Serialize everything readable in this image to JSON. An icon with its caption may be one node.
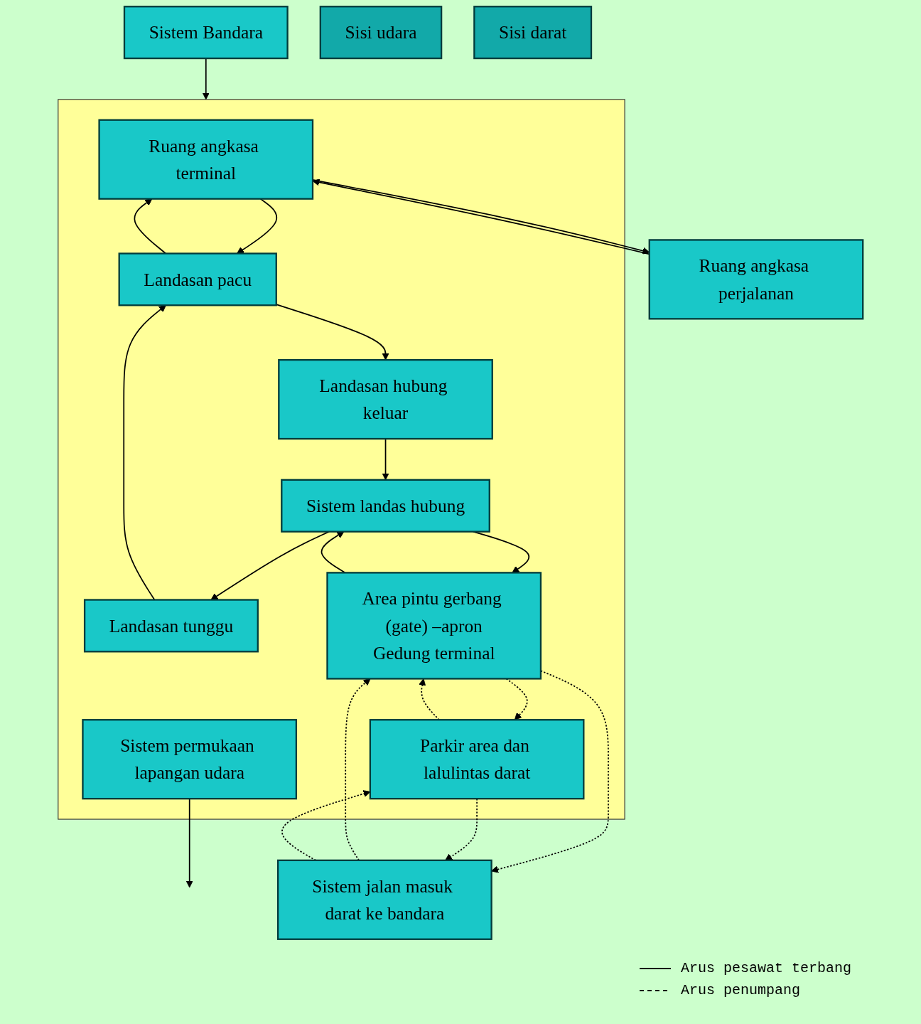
{
  "diagram": {
    "nodes": [
      {
        "text": [
          "Sistem Bandara"
        ]
      },
      {
        "text": [],
        "shape": "box"
      },
      {
        "text": [
          "Ruang angkasa perjalanan"
        ]
      },
      {
        "text": [
          "Ruang angkasa terminal"
        ],
        "in": 1
      },
      {
        "text": [
          "Sistem permukaan lapangan udara"
        ],
        "in": 1
      },
      {
        "text": [
          "Landasan pacu"
        ],
        "in": 1
      },
      {
        "text": [
          "Landasan tunggu"
        ],
        "in": 1
      },
      {
        "text": [
          "Landasan hubung keluar"
        ],
        "in": 1
      },
      {
        "text": [
          "Sistem landas hubung"
        ],
        "in": 1
      },
      {
        "text": [
          "Area pintu gerbang (gate) –apron",
          "Gedung terminal"
        ],
        "in": 1
      },
      {
        "text": [
          "Parkir area dan lalulintas darat"
        ],
        "in": 1
      },
      {
        "text": [
          "Sistem jalan masuk darat ke bandara"
        ]
      },
      {
        "text": [
          "Sisi udara"
        ]
      },
      {
        "text": [
          "Sisi darat"
        ]
      }
    ],
    "edges": [
      {
        "from": 0,
        "to": 1,
        "arrow": "to"
      },
      {
        "from": 4,
        "to": null,
        "arrow": "to"
      },
      {
        "from": 3,
        "to": 2,
        "arrow": "to"
      },
      {
        "from": 2,
        "to": 3,
        "arrow": "to"
      },
      {
        "from": 5,
        "to": 3,
        "arrow": "to"
      },
      {
        "from": 3,
        "to": 5,
        "arrow": "to"
      },
      {
        "from": 6,
        "to": 5,
        "arrow": "to"
      },
      {
        "from": 5,
        "to": 7,
        "arrow": "to"
      },
      {
        "from": 7,
        "to": 8,
        "arrow": "to"
      },
      {
        "from": 8,
        "to": 6,
        "arrow": "to"
      },
      {
        "from": 9,
        "to": 8,
        "arrow": "to"
      },
      {
        "from": 8,
        "to": 9,
        "arrow": "to"
      },
      {
        "from": 10,
        "to": 9,
        "arrow": "to",
        "style": "dashed"
      },
      {
        "from": 11,
        "to": 9,
        "arrow": "to",
        "style": "dashed"
      },
      {
        "from": 9,
        "to": 10,
        "arrow": "to",
        "style": "dashed"
      },
      {
        "from": 9,
        "to": 11,
        "arrow": "to",
        "style": "dashed"
      },
      {
        "from": 10,
        "to": 11,
        "arrow": "to",
        "style": "dashed"
      },
      {
        "from": 11,
        "to": 10,
        "arrow": "to",
        "style": "dashed"
      }
    ],
    "legend": [
      {
        "text": "Arus pesawat terbang"
      },
      {
        "text": "Arus penumpang"
      }
    ]
  }
}
